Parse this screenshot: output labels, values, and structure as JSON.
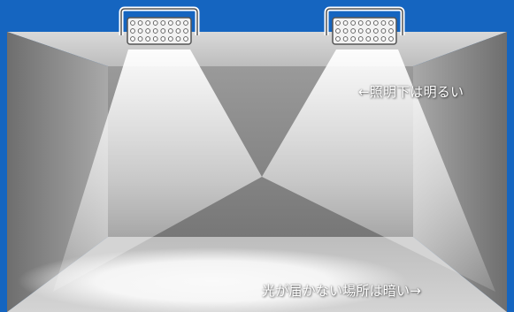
{
  "captions": {
    "bright_under_light": "←照明下は明るい",
    "dark_where_unreached": "光が届かない場所は暗い→"
  },
  "colors": {
    "frame_blue": "#1565c0",
    "room_back_wall": "#8e8e8e",
    "room_floor": "#c7c7c7",
    "light_beam": "#ffffff",
    "fixture_outline": "#555555"
  },
  "fixtures": [
    {
      "name": "floodlight-left",
      "led_rows": 3,
      "led_cols": 8
    },
    {
      "name": "floodlight-right",
      "led_rows": 3,
      "led_cols": 8
    }
  ]
}
